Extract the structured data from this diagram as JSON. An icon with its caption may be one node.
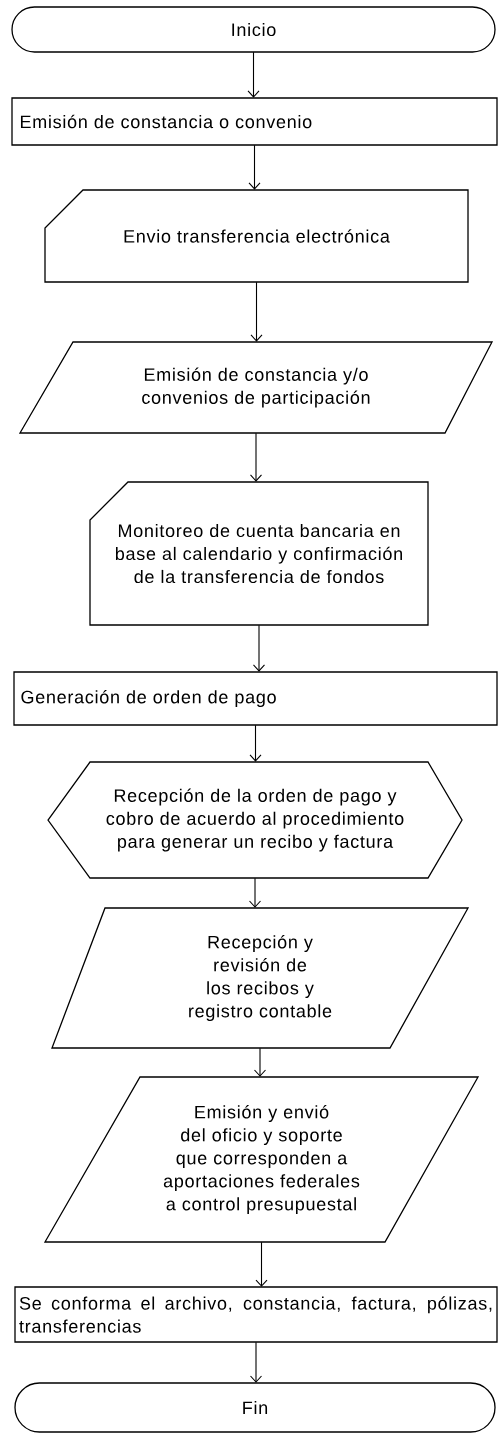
{
  "diagram": {
    "nodes": [
      {
        "text": [
          "Inicio"
        ]
      },
      {
        "text": [
          "Emisión de constancia o convenio"
        ]
      },
      {
        "text": [
          "Envio transferencia electrónica"
        ]
      },
      {
        "text": [
          "Emisión de constancia y/o convenios de participación"
        ]
      },
      {
        "text": [
          "Monitoreo de cuenta bancaria en base al calendario y confirmación de la transferencia de fondos"
        ]
      },
      {
        "text": [
          "Generación de orden de pago"
        ]
      },
      {
        "text": [
          "Recepción de la orden de pago y cobro de acuerdo al procedimiento para generar un recibo y factura"
        ]
      },
      {
        "text": [
          "Recepción y revisión de los recibos y registro contable"
        ]
      },
      {
        "text": [
          "Emisión y envió del oficio y soporte que corresponden a aportaciones federales a control presupuestal"
        ]
      },
      {
        "text": [
          "Se conforma el archivo, constancia, factura, pólizas, transferencias"
        ]
      },
      {
        "text": [
          "Fin"
        ]
      }
    ],
    "edges": [
      {
        "from": 0,
        "to": 1,
        "arrow": "to"
      },
      {
        "from": 1,
        "to": 2,
        "arrow": "to"
      },
      {
        "from": 2,
        "to": 3,
        "arrow": "to"
      },
      {
        "from": 3,
        "to": 4,
        "arrow": "to"
      },
      {
        "from": 4,
        "to": 5,
        "arrow": "to"
      },
      {
        "from": 5,
        "to": 6,
        "arrow": "to"
      },
      {
        "from": 6,
        "to": 7,
        "arrow": "to"
      },
      {
        "from": 7,
        "to": 8,
        "arrow": "to"
      },
      {
        "from": 8,
        "to": 9,
        "arrow": "to"
      },
      {
        "from": 9,
        "to": 10,
        "arrow": "to"
      }
    ]
  }
}
